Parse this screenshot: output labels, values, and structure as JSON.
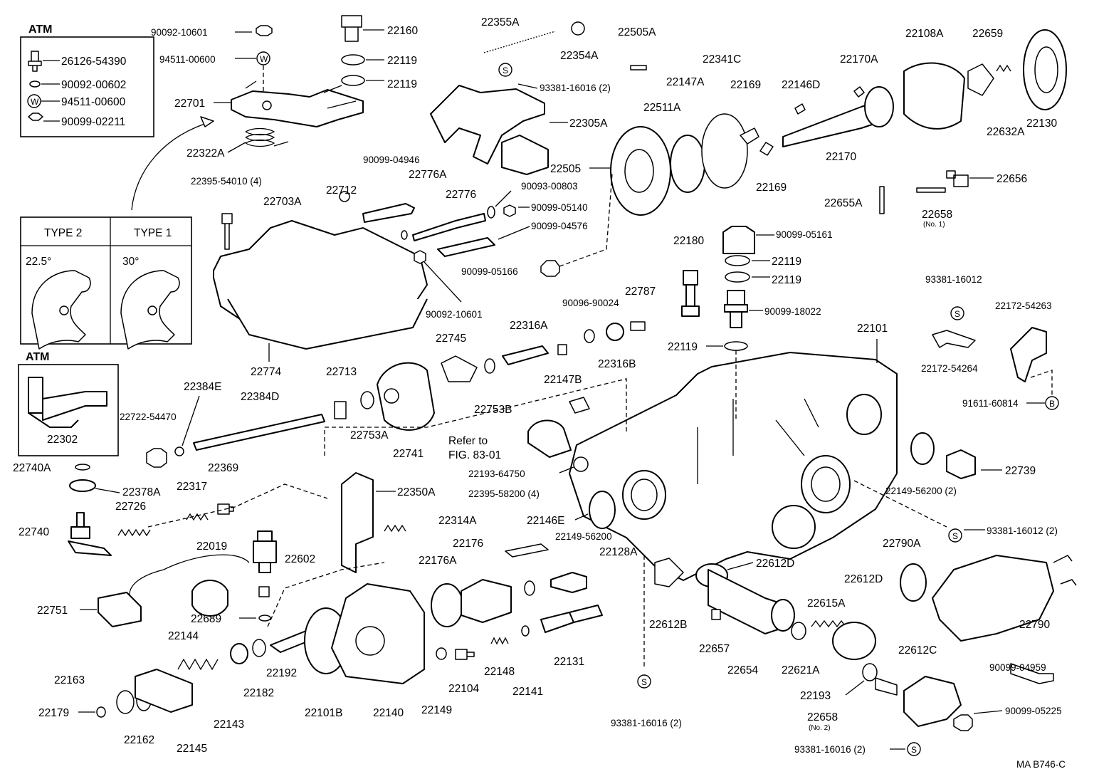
{
  "figure_code": "MA  B746-C",
  "atm_header_top": "ATM",
  "atm_header_bottom": "ATM",
  "type_labels": [
    "TYPE 2",
    "TYPE 1"
  ],
  "angle_labels": [
    "22.5°",
    "30°"
  ],
  "refer_note": [
    "Refer to",
    "FIG. 83-01"
  ],
  "symbols": {
    "S": "S",
    "W": "W",
    "B": "B"
  },
  "parts": {
    "p26126_54390": "26126-54390",
    "p90092_00602": "90092-00602",
    "p94511_00600_legend": "94511-00600",
    "p90099_02211": "90099-02211",
    "p90092_10601_top": "90092-10601",
    "p94511_00600_top": "94511-00600",
    "p22701": "22701",
    "p22322A": "22322A",
    "p22160": "22160",
    "p22119_a": "22119",
    "p22119_b": "22119",
    "p22355A": "22355A",
    "p22354A": "22354A",
    "p93381_16016_top": "93381-16016 (2)",
    "p22305A": "22305A",
    "p22505A": "22505A",
    "p22341C": "22341C",
    "p22147A": "22147A",
    "p22511A": "22511A",
    "p22169_a": "22169",
    "p22169_b": "22169",
    "p22505": "22505",
    "p22146D": "22146D",
    "p22170A": "22170A",
    "p22108A": "22108A",
    "p22659": "22659",
    "p22130": "22130",
    "p22632A": "22632A",
    "p22170": "22170",
    "p22656": "22656",
    "p22655A": "22655A",
    "p22658_top": "22658",
    "p22658_top_note": "(No. 1)",
    "p90099_04946": "90099-04946",
    "p22776A": "22776A",
    "p22712": "22712",
    "p22776": "22776",
    "p90093_00803": "90093-00803",
    "p90099_05140": "90099-05140",
    "p90099_04576": "90099-04576",
    "p22395_54010": "22395-54010 (4)",
    "p22703A": "22703A",
    "p90099_05166": "90099-05166",
    "p90092_10601_mid": "90092-10601",
    "p22774": "22774",
    "p22180": "22180",
    "p90099_05161": "90099-05161",
    "p22119_c": "22119",
    "p22119_d": "22119",
    "p90099_18022": "90099-18022",
    "p22119_e": "22119",
    "p22787": "22787",
    "p90096_90024": "90096-90024",
    "p22316A": "22316A",
    "p22316B": "22316B",
    "p22147B": "22147B",
    "p22745": "22745",
    "p22753B": "22753B",
    "p22101": "22101",
    "p93381_16012_a": "93381-16012",
    "p22172_54263": "22172-54263",
    "p22172_54264": "22172-54264",
    "p91611_60814": "91611-60814",
    "p22384E": "22384E",
    "p22384D": "22384D",
    "p22713": "22713",
    "p22753A": "22753A",
    "p22741": "22741",
    "p22722_54470": "22722-54470",
    "p22302": "22302",
    "p22193_64750": "22193-64750",
    "p22740A": "22740A",
    "p22378A": "22378A",
    "p22369": "22369",
    "p22317": "22317",
    "p22726": "22726",
    "p22740": "22740",
    "p22350A": "22350A",
    "p22314A": "22314A",
    "p22395_58200": "22395-58200 (4)",
    "p22146E": "22146E",
    "p22149_56200_a": "22149-56200",
    "p22128A": "22128A",
    "p22176": "22176",
    "p22176A": "22176A",
    "p22019": "22019",
    "p22602": "22602",
    "p22689": "22689",
    "p22751": "22751",
    "p22739": "22739",
    "p22149_56200_b": "22149-56200 (2)",
    "p93381_16012_b": "93381-16012 (2)",
    "p22790A": "22790A",
    "p22790": "22790",
    "p22612D_a": "22612D",
    "p22612D_b": "22612D",
    "p22612B": "22612B",
    "p22615A": "22615A",
    "p22612C": "22612C",
    "p22657": "22657",
    "p22654": "22654",
    "p22621A": "22621A",
    "p22193": "22193",
    "p22658_bot": "22658",
    "p22658_bot_note": "(No. 2)",
    "p90099_04959": "90099-04959",
    "p90099_05225": "90099-05225",
    "p93381_16016_mid": "93381-16016 (2)",
    "p93381_16016_bot": "93381-16016 (2)",
    "p22144": "22144",
    "p22163": "22163",
    "p22179": "22179",
    "p22162": "22162",
    "p22145": "22145",
    "p22143": "22143",
    "p22182": "22182",
    "p22192": "22192",
    "p22101B": "22101B",
    "p22140": "22140",
    "p22149": "22149",
    "p22104": "22104",
    "p22148": "22148",
    "p22141": "22141",
    "p22131": "22131"
  }
}
